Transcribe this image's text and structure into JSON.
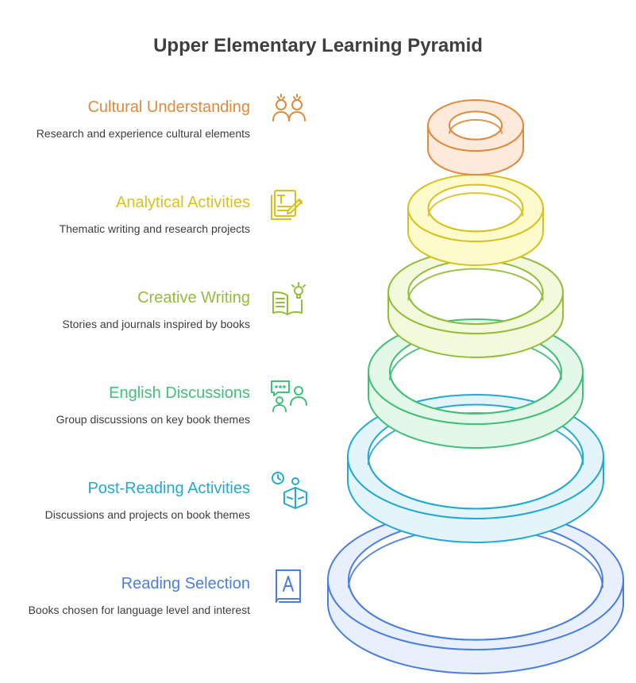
{
  "title": "Upper Elementary Learning Pyramid",
  "levels": [
    {
      "title": "Cultural Understanding",
      "description": "Research and experience cultural elements",
      "icon": "people-icon",
      "color": "#e08a3c",
      "fill": "#fdeadb"
    },
    {
      "title": "Analytical Activities",
      "description": "Thematic writing and research projects",
      "icon": "writing-pencil-icon",
      "color": "#d9c11c",
      "fill": "#fdfbcc"
    },
    {
      "title": "Creative Writing",
      "description": "Stories and journals inspired by books",
      "icon": "book-lightbulb-icon",
      "color": "#93bd3a",
      "fill": "#f3fadb"
    },
    {
      "title": "English Discussions",
      "description": "Group discussions on key book themes",
      "icon": "discussion-icon",
      "color": "#43bf79",
      "fill": "#e4f8ea"
    },
    {
      "title": "Post-Reading Activities",
      "description": "Discussions and projects on book themes",
      "icon": "clock-person-book-icon",
      "color": "#22aad4",
      "fill": "#e3f4fb"
    },
    {
      "title": "Reading Selection",
      "description": "Books chosen for language level and interest",
      "icon": "book-a-icon",
      "color": "#4a7ee0",
      "fill": "#e8effd"
    }
  ]
}
